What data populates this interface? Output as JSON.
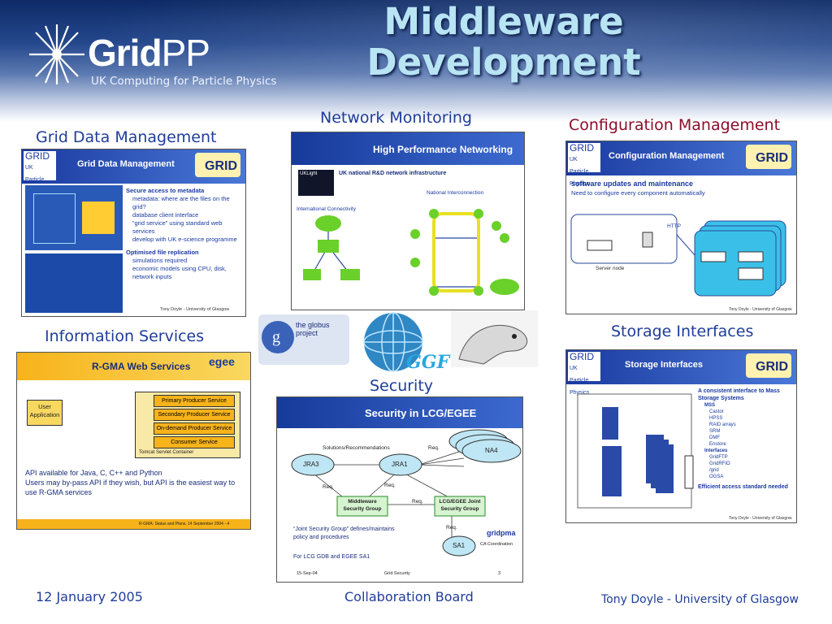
{
  "header": {
    "logo_word_grid": "Grid",
    "logo_word_pp": "PP",
    "logo_subtitle": "UK Computing for Particle Physics",
    "title_line1": "Middleware",
    "title_line2": "Development"
  },
  "sections": {
    "grid_data_management": {
      "caption": "Grid Data Management",
      "thumb_title": "Grid Data Management",
      "bullets": [
        "Secure access to metadata",
        "metadata: where are the files on the grid?",
        "database client interface",
        "“grid service” using standard web services",
        "develop with UK e-science programme",
        "Optimised file replication",
        "simulations required",
        "economic models using CPU, disk, network inputs"
      ],
      "footer": "Tony Doyle - University of Glasgow"
    },
    "network_monitoring": {
      "caption": "Network Monitoring",
      "thumb_title": "High Performance Networking",
      "subtitle": "UK national R&D network infrastructure",
      "label_ukl": "UKLight",
      "label_intl": "International Connectivity",
      "label_nat": "National Interconnection"
    },
    "configuration_management": {
      "caption": "Configuration Management",
      "thumb_title": "Configuration Management",
      "bullets": [
        "software updates and maintenance",
        "Need to configure every component automatically"
      ],
      "label_http": "HTTP",
      "label_server": "Server node",
      "footer": "Tony Doyle - University of Glasgow"
    },
    "information_services": {
      "caption": "Information Services",
      "thumb_title": "R-GMA Web Services",
      "egee": "egee",
      "services": [
        "Primary Producer Service",
        "Secondary Producer Service",
        "On-demand Producer Service",
        "Consumer Service"
      ],
      "user_app": "User Application",
      "container": "Tomcat Servlet Container",
      "bullets": [
        "API available for Java, C, C++ and Python",
        "Users may by-pass API if they wish, but API is the easiest way to use R-GMA services"
      ],
      "footer": "R-GMA: Status and Plans, 14 September 2004 - 4"
    },
    "security": {
      "caption": "Security",
      "thumb_title": "Security in LCG/EGEE",
      "nodes": [
        "JRA3",
        "JRA1",
        "NA4",
        "Middleware Security Group",
        "LCG/EGEE Joint Security Group",
        "SA1"
      ],
      "labels": [
        "Solutions/Recommendations",
        "Req.",
        "Req.",
        "Req.",
        "Req.",
        "Req."
      ],
      "text1": "“Joint Security Group” defines/maintains policy and procedures",
      "text2": "For LCG GDB and EGEE SA1",
      "gridpma": "gridpma",
      "ca": "CA Coordination",
      "date": "15-Sep-04",
      "footer_mid": "Grid Security",
      "page": "3"
    },
    "storage_interfaces": {
      "caption": "Storage Interfaces",
      "thumb_title": "Storage Interfaces",
      "bullets": [
        "A consistent interface to Mass Storage Systems",
        "MSS",
        "Castor",
        "HPSS",
        "RAID arrays",
        "SRM",
        "DMF",
        "Enstore",
        "Interfaces",
        "GridFTP",
        "GridRFIO",
        "/grid",
        "OGSA",
        "Efficient access standard needed"
      ],
      "footer": "Tony Doyle - University of Glasgow"
    },
    "collaboration": {
      "globus": "the globus project",
      "ggf": "GGF",
      "caption": "Collaboration Board"
    }
  },
  "footer": {
    "date": "12 January 2005",
    "author": "Tony Doyle - University of Glasgow"
  },
  "colors": {
    "caption": "#1f3d99",
    "config_caption": "#8a0d2a",
    "title": "#b8e4f4"
  }
}
